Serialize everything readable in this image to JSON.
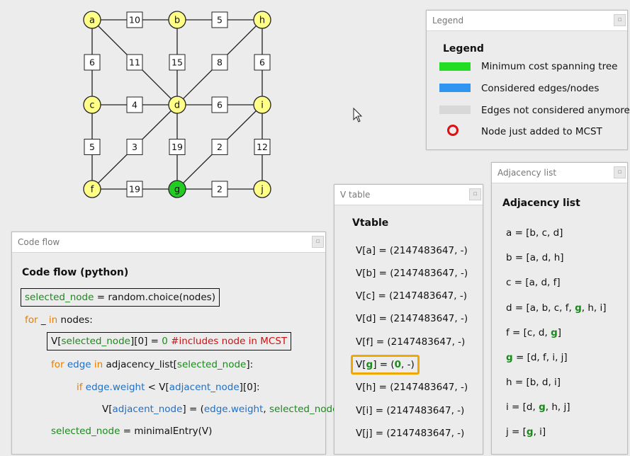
{
  "graph": {
    "nodes": [
      {
        "id": "a",
        "label": "a",
        "color": "#ffff88"
      },
      {
        "id": "b",
        "label": "b",
        "color": "#ffff88"
      },
      {
        "id": "h",
        "label": "h",
        "color": "#ffff88"
      },
      {
        "id": "c",
        "label": "c",
        "color": "#ffff88"
      },
      {
        "id": "d",
        "label": "d",
        "color": "#ffff88"
      },
      {
        "id": "i",
        "label": "i",
        "color": "#ffff88"
      },
      {
        "id": "f",
        "label": "f",
        "color": "#ffff88"
      },
      {
        "id": "g",
        "label": "g",
        "color": "#22cc22"
      },
      {
        "id": "j",
        "label": "j",
        "color": "#ffff88"
      }
    ],
    "edges": [
      {
        "from": "a",
        "to": "b",
        "weight": "10"
      },
      {
        "from": "b",
        "to": "h",
        "weight": "5"
      },
      {
        "from": "a",
        "to": "c",
        "weight": "6"
      },
      {
        "from": "a",
        "to": "d",
        "weight": "11"
      },
      {
        "from": "b",
        "to": "d",
        "weight": "15"
      },
      {
        "from": "h",
        "to": "d",
        "weight": "8"
      },
      {
        "from": "h",
        "to": "i",
        "weight": "6"
      },
      {
        "from": "c",
        "to": "d",
        "weight": "4"
      },
      {
        "from": "d",
        "to": "i",
        "weight": "6"
      },
      {
        "from": "c",
        "to": "f",
        "weight": "5"
      },
      {
        "from": "d",
        "to": "f",
        "weight": "3"
      },
      {
        "from": "d",
        "to": "g",
        "weight": "19"
      },
      {
        "from": "i",
        "to": "g",
        "weight": "2"
      },
      {
        "from": "i",
        "to": "j",
        "weight": "12"
      },
      {
        "from": "f",
        "to": "g",
        "weight": "19"
      },
      {
        "from": "g",
        "to": "j",
        "weight": "2"
      }
    ]
  },
  "legend": {
    "window_title": "Legend",
    "heading": "Legend",
    "items": [
      {
        "label": "Minimum cost spanning tree",
        "color": "#22dd22"
      },
      {
        "label": "Considered edges/nodes",
        "color": "#2f95f0"
      },
      {
        "label": "Edges not considered anymore",
        "color": "#d8d8d8"
      },
      {
        "label": "Node just added to MCST",
        "color": "#e01010"
      }
    ]
  },
  "code_flow": {
    "window_title": "Code flow",
    "heading": "Code flow (python)",
    "l1": {
      "a": "selected_node",
      "b": " = random.choice(nodes)"
    },
    "l2": {
      "a": "for",
      "b": " _ ",
      "c": "in",
      "d": " nodes:"
    },
    "l3": {
      "a": "V[",
      "b": "selected_node",
      "c": "][0] = ",
      "d": "0",
      "e": " #includes node in MCST"
    },
    "l4": {
      "a": "for",
      "b": " edge ",
      "c": "in",
      "d": " adjacency_list[",
      "e": "selected_node",
      "f": "]:"
    },
    "l5": {
      "a": "if",
      "b": " edge.weight",
      "c": " < V[",
      "d": "adjacent_node",
      "e": "][0]:"
    },
    "l6": {
      "a": "V[",
      "b": "adjacent_node",
      "c": "] = (",
      "d": "edge.weight",
      "e": ", ",
      "f": "selected_node",
      "g": ")"
    },
    "l7": {
      "a": "selected_node",
      "b": " = minimalEntry(V)"
    }
  },
  "vtable": {
    "window_title": "V table",
    "heading": "Vtable",
    "rows": [
      "V[a] = (2147483647, -)",
      "V[b] = (2147483647, -)",
      "V[c] = (2147483647, -)",
      "V[d] = (2147483647, -)",
      "V[f] = (2147483647, -)",
      "V[h] = (2147483647, -)",
      "V[i] = (2147483647, -)",
      "V[j] = (2147483647, -)"
    ],
    "highlight": {
      "a": "V[",
      "b": "g",
      "c": "] = (",
      "d": "0",
      "e": ", -)"
    }
  },
  "adjacency": {
    "window_title": "Adjacency list",
    "heading": "Adjacency list",
    "a": "a = [b, c, d]",
    "b": "b = [a, d, h]",
    "c": "c = [a, d, f]",
    "d": {
      "a": "d = [a, b, c, f, ",
      "b": "g",
      "c": ", h, i]"
    },
    "f": {
      "a": "f = [c, d, ",
      "b": "g",
      "c": "]"
    },
    "g": {
      "a": "g",
      "b": " = [d, f, i, j]"
    },
    "h": "h = [b, d, i]",
    "i": {
      "a": "i = [d, ",
      "b": "g",
      "c": ", h, j]"
    },
    "j": {
      "a": "j = [",
      "b": "g",
      "c": ", i]"
    }
  },
  "icons": {
    "panel_button": "maximize-icon",
    "cursor": "mouse-cursor-icon",
    "ring": "red-ring-icon"
  }
}
